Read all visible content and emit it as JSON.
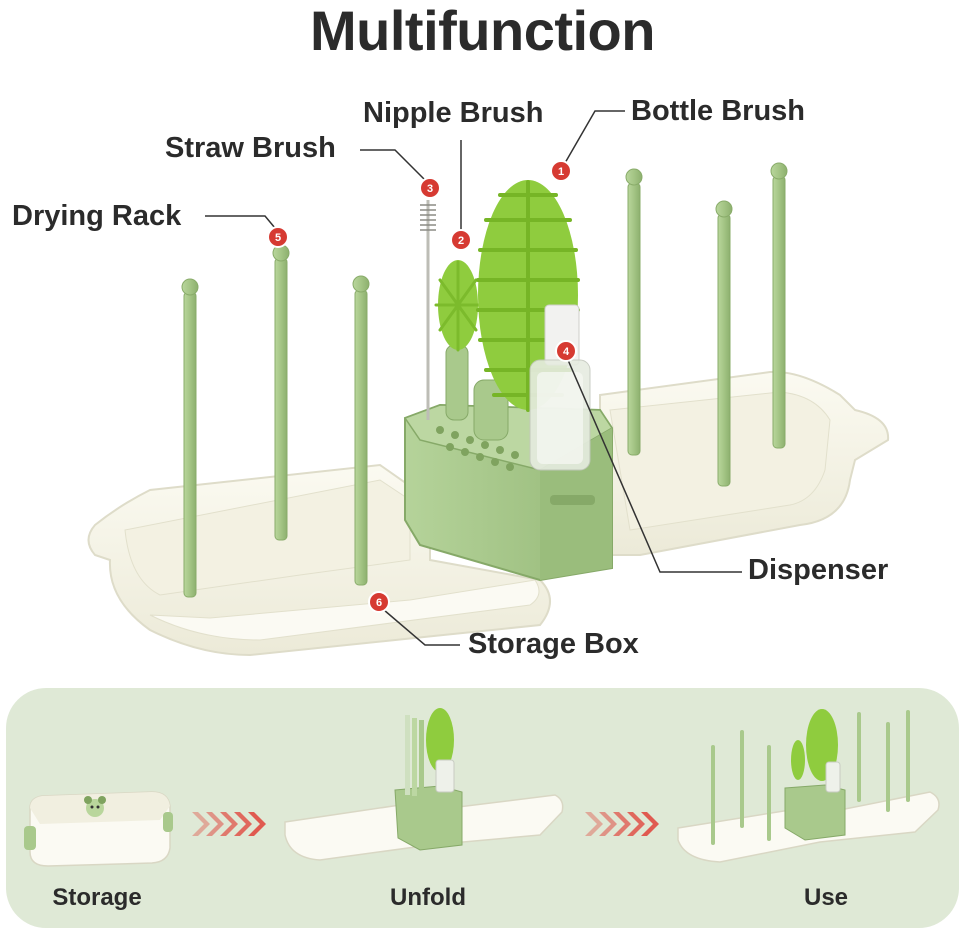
{
  "title": "Multifunction",
  "callouts": [
    {
      "number": "1",
      "label": "Bottle Brush"
    },
    {
      "number": "2",
      "label": "Nipple Brush"
    },
    {
      "number": "3",
      "label": "Straw Brush"
    },
    {
      "number": "4",
      "label": "Dispenser"
    },
    {
      "number": "5",
      "label": "Drying Rack"
    },
    {
      "number": "6",
      "label": "Storage Box"
    }
  ],
  "steps": [
    {
      "label": "Storage"
    },
    {
      "label": "Unfold"
    },
    {
      "label": "Use"
    }
  ],
  "colors": {
    "green": "#a9c98c",
    "green_dark": "#8fb371",
    "bristle": "#8fcc3e",
    "cream": "#f6f4e6",
    "badge": "#d63a32",
    "arrow": "#e05a50",
    "panel": "#dfe9d6"
  }
}
